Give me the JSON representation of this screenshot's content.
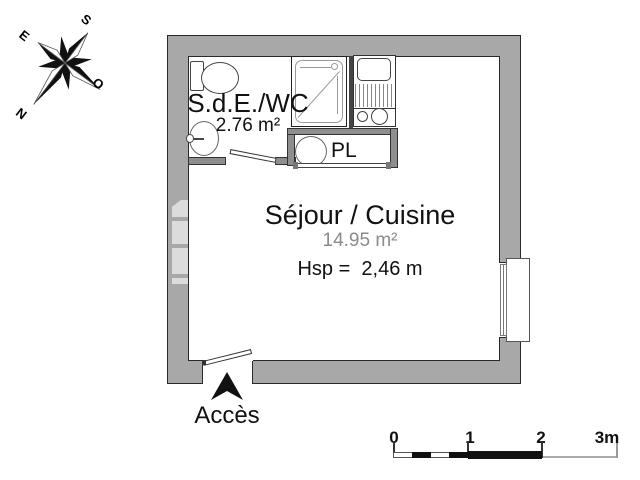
{
  "plan": {
    "rooms": {
      "bathroom": {
        "label": "S.d.E./WC",
        "area": "2.76 m²"
      },
      "living": {
        "label": "Séjour / Cuisine",
        "area": "14.95 m²",
        "ceiling_height": "Hsp =  2,46 m"
      },
      "closet": {
        "label": "PL"
      }
    },
    "entrance": {
      "label": "Accès"
    }
  },
  "compass": {
    "north": "N",
    "south": "S",
    "east": "E",
    "west": "O"
  },
  "scale_bar": {
    "labels": [
      "0",
      "1",
      "2",
      "3m"
    ]
  },
  "colors": {
    "wall": "#a8a8a8",
    "partition": "#8e8e8e",
    "outline": "#2a2a2a",
    "muted_text": "#8a8a8a",
    "ink": "#111111"
  }
}
